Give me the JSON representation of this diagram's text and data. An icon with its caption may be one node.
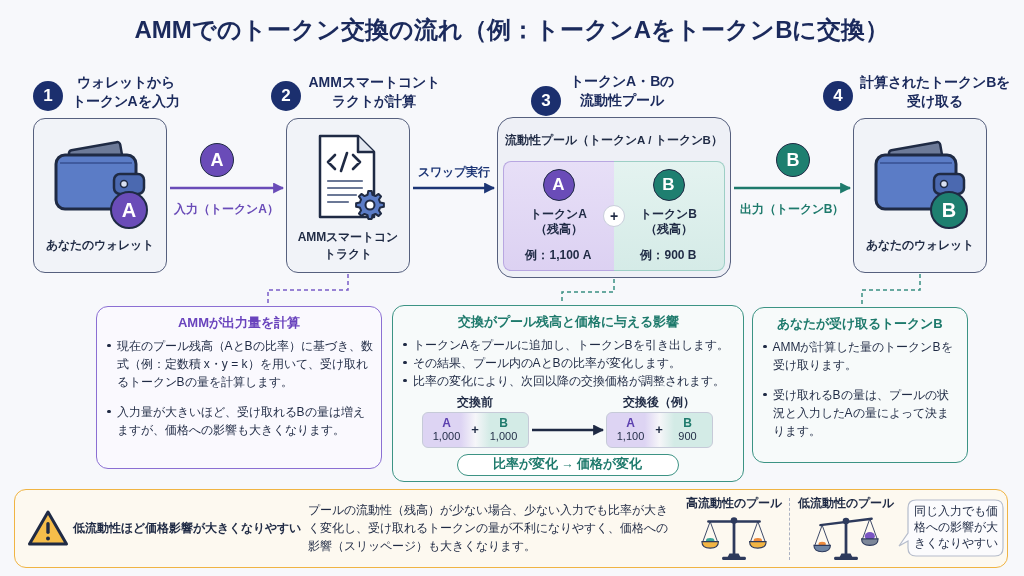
{
  "diagram": {
    "title": "AMMでのトークン交換の流れ（例：トークンAをトークンBに交換）",
    "nodes": [
      {
        "text": [
          "1",
          "ウォレットからトークンAを入力",
          "A",
          "あなたのウォレット"
        ]
      },
      {
        "text": [
          "A"
        ]
      },
      {
        "text": [
          "2",
          "AMMスマートコントラクトが計算",
          "AMMスマートコントラクト"
        ]
      },
      {
        "text": [
          "3",
          "トークンA・Bの流動性プール",
          "流動性プール（トークンA / トークンB）"
        ]
      },
      {
        "text": [
          "A",
          "トークンA（残高）",
          "例：1,100 A"
        ],
        "in": 3
      },
      {
        "text": [
          "B",
          "トークンB（残高）",
          "例：900 B"
        ],
        "in": 3
      },
      {
        "text": [
          "B"
        ]
      },
      {
        "text": [
          "4",
          "計算されたトークンBを受け取る",
          "B",
          "あなたのウォレット"
        ]
      },
      {
        "text": [
          "AMMが出力量を計算",
          "現在のプール残高（AとBの比率）に基づき、数式（例：定数積 x・y = k）を用いて、受け取れるトークンBの量を計算します。",
          "入力量が大きいほど、受け取れるBの量は増えますが、価格への影響も大きくなります。"
        ]
      },
      {
        "text": [
          "交換がプール残高と価格に与える影響",
          "トークンAをプールに追加し、トークンBを引き出します。",
          "その結果、プール内のAとBの比率が変化します。",
          "比率の変化により、次回以降の交換価格が調整されます。"
        ]
      },
      {
        "text": [
          "交換前",
          "A",
          "1,000",
          "+",
          "B",
          "1,000"
        ],
        "in": 9
      },
      {
        "text": [
          "交換後（例）",
          "A",
          "1,100",
          "+",
          "B",
          "900"
        ],
        "in": 9
      },
      {
        "text": [
          "比率が変化 → 価格が変化"
        ],
        "in": 9
      },
      {
        "text": [
          "あなたが受け取るトークンB",
          "AMMが計算した量のトークンBを受け取ります。",
          "受け取れるBの量は、プールの状況と入力したAの量によって決まります。"
        ]
      },
      {
        "text": [
          "低流動性ほど価格影響が大きくなりやすい",
          "プールの流動性（残高）が少ない場合、少ない入力でも比率が大きく変化し、受け取れるトークンの量が不利になりやすく、価格への影響（スリッページ）も大きくなります。"
        ]
      },
      {
        "text": [
          "同じ入力でも価格への影響が大きくなりやすい"
        ],
        "in": 14
      }
    ],
    "edges": [
      {
        "from": 0,
        "to": 2,
        "arrow": "to",
        "label": "入力（トークンA）",
        "color": "#6a4cb8"
      },
      {
        "from": 2,
        "to": 3,
        "arrow": "to",
        "label": "スワップ実行",
        "color": "#1c3575"
      },
      {
        "from": 3,
        "to": 7,
        "arrow": "to",
        "label": "出力（トークンB）",
        "color": "#1e7a6c"
      },
      {
        "from": 2,
        "to": 8,
        "arrow": "none",
        "style": "dashed",
        "color": "#7a5cc8"
      },
      {
        "from": 3,
        "to": 9,
        "arrow": "none",
        "style": "dashed",
        "color": "#3a8f82"
      },
      {
        "from": 7,
        "to": 13,
        "arrow": "none",
        "style": "dashed",
        "color": "#3a8f82"
      },
      {
        "from": 10,
        "to": 11,
        "arrow": "to",
        "color": "#1f2a44"
      }
    ],
    "labels": [
      "+",
      "高流動性のプール",
      "低流動性のプール"
    ]
  }
}
